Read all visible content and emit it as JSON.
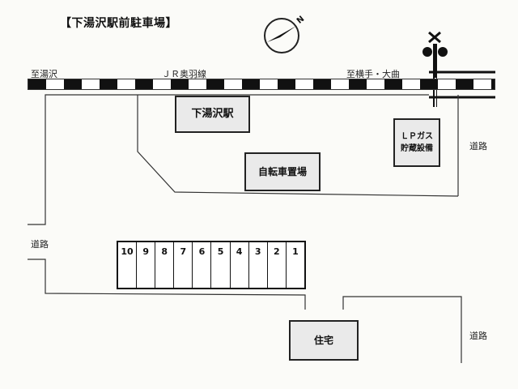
{
  "title": "【下湯沢駅前駐車場】",
  "labels": {
    "to_yuzawa": "至湯沢",
    "jr_line": "ＪＲ奥羽線",
    "to_yokote": "至横手・大曲",
    "road_right_top": "道路",
    "road_left": "道路",
    "road_right_bottom": "道路"
  },
  "buildings": {
    "station": "下湯沢駅",
    "bicycle": "自転車置場",
    "lpgas_line1": "ＬＰガス",
    "lpgas_line2": "貯蔵設備",
    "house": "住宅"
  },
  "parking": {
    "slots": [
      "10",
      "9",
      "8",
      "7",
      "6",
      "5",
      "4",
      "3",
      "2",
      "1"
    ]
  },
  "compass": {
    "north": "N"
  }
}
